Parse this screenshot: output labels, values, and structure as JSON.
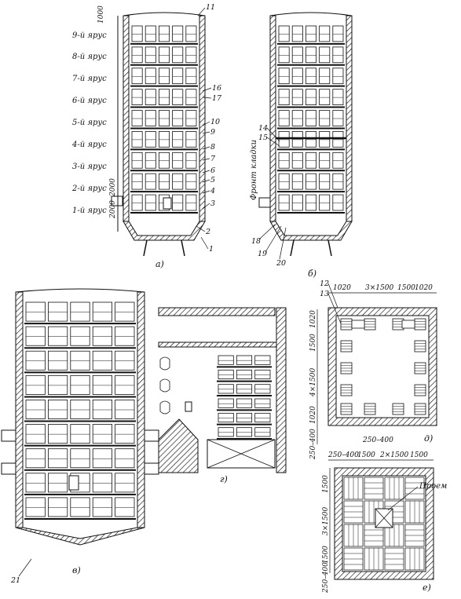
{
  "figure_a": {
    "caption": "а)",
    "tiers": [
      "9-й ярус",
      "8-й ярус",
      "7-й ярус",
      "6-й ярус",
      "5-й ярус",
      "4-й ярус",
      "3-й ярус",
      "2-й ярус",
      "1-й ярус"
    ],
    "dims": [
      "1000",
      "2000",
      "2000"
    ],
    "callouts": [
      "11",
      "16",
      "17",
      "10",
      "9",
      "8",
      "7",
      "6",
      "5",
      "4",
      "3",
      "2",
      "1"
    ]
  },
  "figure_b": {
    "caption": "б)",
    "front_label": "Фронт кладки",
    "callouts": [
      "14",
      "15",
      "18",
      "19",
      "20"
    ]
  },
  "figure_v": {
    "caption": "в)",
    "callouts": [
      "21"
    ]
  },
  "figure_g": {
    "caption": "г)"
  },
  "figure_d": {
    "caption": "д)",
    "callouts": [
      "12",
      "13"
    ],
    "top_dims": [
      "1020",
      "3×1500",
      "1500",
      "1020"
    ],
    "left_dims": [
      "1020",
      "1500",
      "4×1500",
      "1020",
      "250–400"
    ],
    "bottom_dim": "250–400"
  },
  "figure_e": {
    "caption": "е)",
    "opening_label": "Проем",
    "top_dims": [
      "250–400",
      "1500",
      "2×1500",
      "1500"
    ],
    "left_dims": [
      "1500",
      "3×1500",
      "1500",
      "250–400"
    ]
  }
}
